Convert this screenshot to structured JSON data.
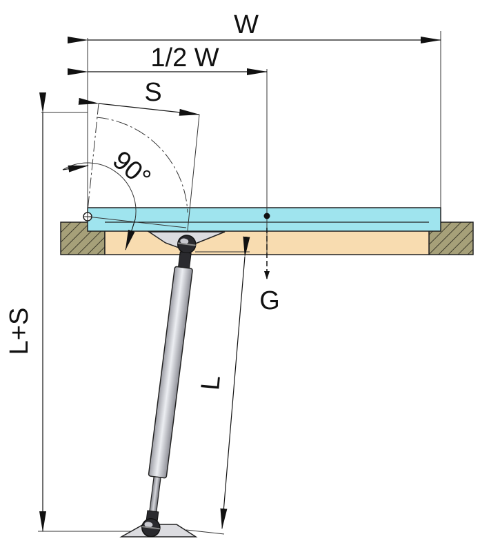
{
  "diagram": {
    "labels": {
      "width": "W",
      "half_width": "1/2 W",
      "stroke": "S",
      "angle": "90°",
      "gravity": "G",
      "length": "L",
      "length_plus_stroke": "L+S"
    },
    "colors": {
      "panel": "#9fe4ee",
      "frame": "#f8dcb0",
      "hatch": "#a6a079",
      "cylinder": "#cfd0d6",
      "rod": "#a9a9b0",
      "bracket": "#dcdce0",
      "ink": "#111111"
    }
  }
}
